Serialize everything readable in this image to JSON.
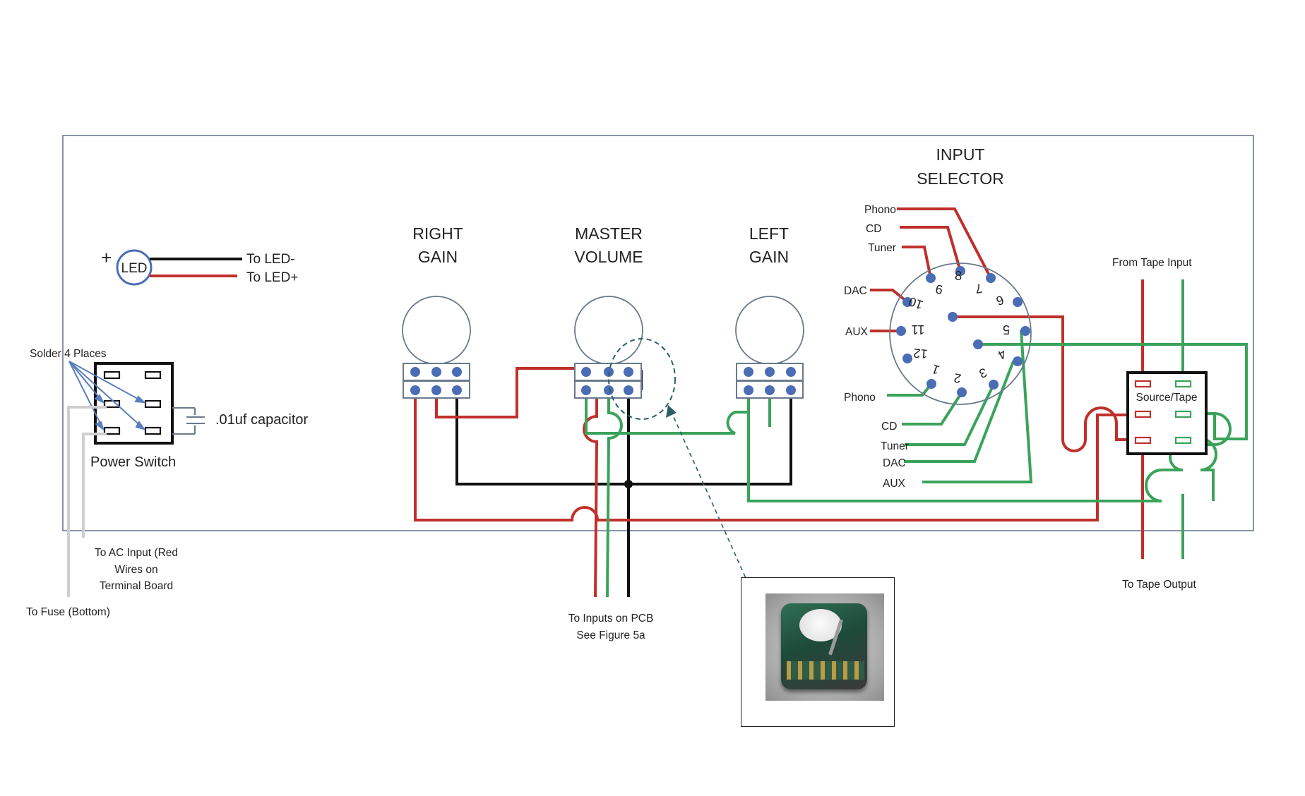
{
  "led": {
    "plus": "+",
    "label": "LED",
    "to_led_minus": "To LED-",
    "to_led_plus": "To LED+"
  },
  "power_switch": {
    "solder_note": "Solder 4 Places",
    "label": "Power Switch",
    "capacitor": ".01uf capacitor",
    "to_ac_input": [
      "To AC Input (Red",
      "Wires on",
      "Terminal Board"
    ],
    "to_fuse": "To Fuse (Bottom)"
  },
  "pots": {
    "right_gain": [
      "RIGHT",
      "GAIN"
    ],
    "master_volume": [
      "MASTER",
      "VOLUME"
    ],
    "left_gain": [
      "LEFT",
      "GAIN"
    ]
  },
  "input_selector": {
    "title": [
      "INPUT",
      "SELECTOR"
    ],
    "left_labels": {
      "phono_top": "Phono",
      "cd_top": "CD",
      "tuner_top": "Tuner",
      "dac_left": "DAC",
      "aux_left": "AUX"
    },
    "bottom_labels": {
      "phono": "Phono",
      "cd": "CD",
      "tuner": "Tuner",
      "dac": "DAC",
      "aux": "AUX"
    },
    "numbers": [
      "1",
      "2",
      "3",
      "4",
      "5",
      "6",
      "7",
      "8",
      "9",
      "10",
      "11",
      "12"
    ]
  },
  "tape": {
    "from_tape_input": "From Tape Input",
    "switch_label": "Source/Tape",
    "to_tape_output": "To Tape Output"
  },
  "pcb_note": [
    "To Inputs on PCB",
    "See Figure 5a"
  ],
  "colors": {
    "red_wire": "#c0302b",
    "green_wire": "#3aa35a",
    "black_wire": "#111111",
    "lug": "#4a6db5",
    "panel_border": "#6a7a8c",
    "callout": "#2a5f66",
    "arrow": "#5a7ec0",
    "gray_wire": "#cfcfcf"
  }
}
